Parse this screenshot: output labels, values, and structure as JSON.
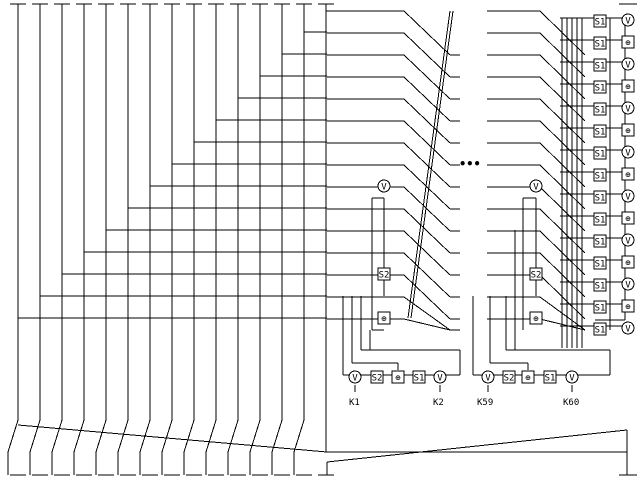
{
  "diagram": {
    "key_labels": [
      "K1",
      "K2",
      "K59",
      "K60"
    ],
    "op_symbols": {
      "xor": "⊕",
      "or": "V",
      "shift_s1": "S1",
      "shift_s2": "S2"
    },
    "ellipsis": "•••"
  }
}
